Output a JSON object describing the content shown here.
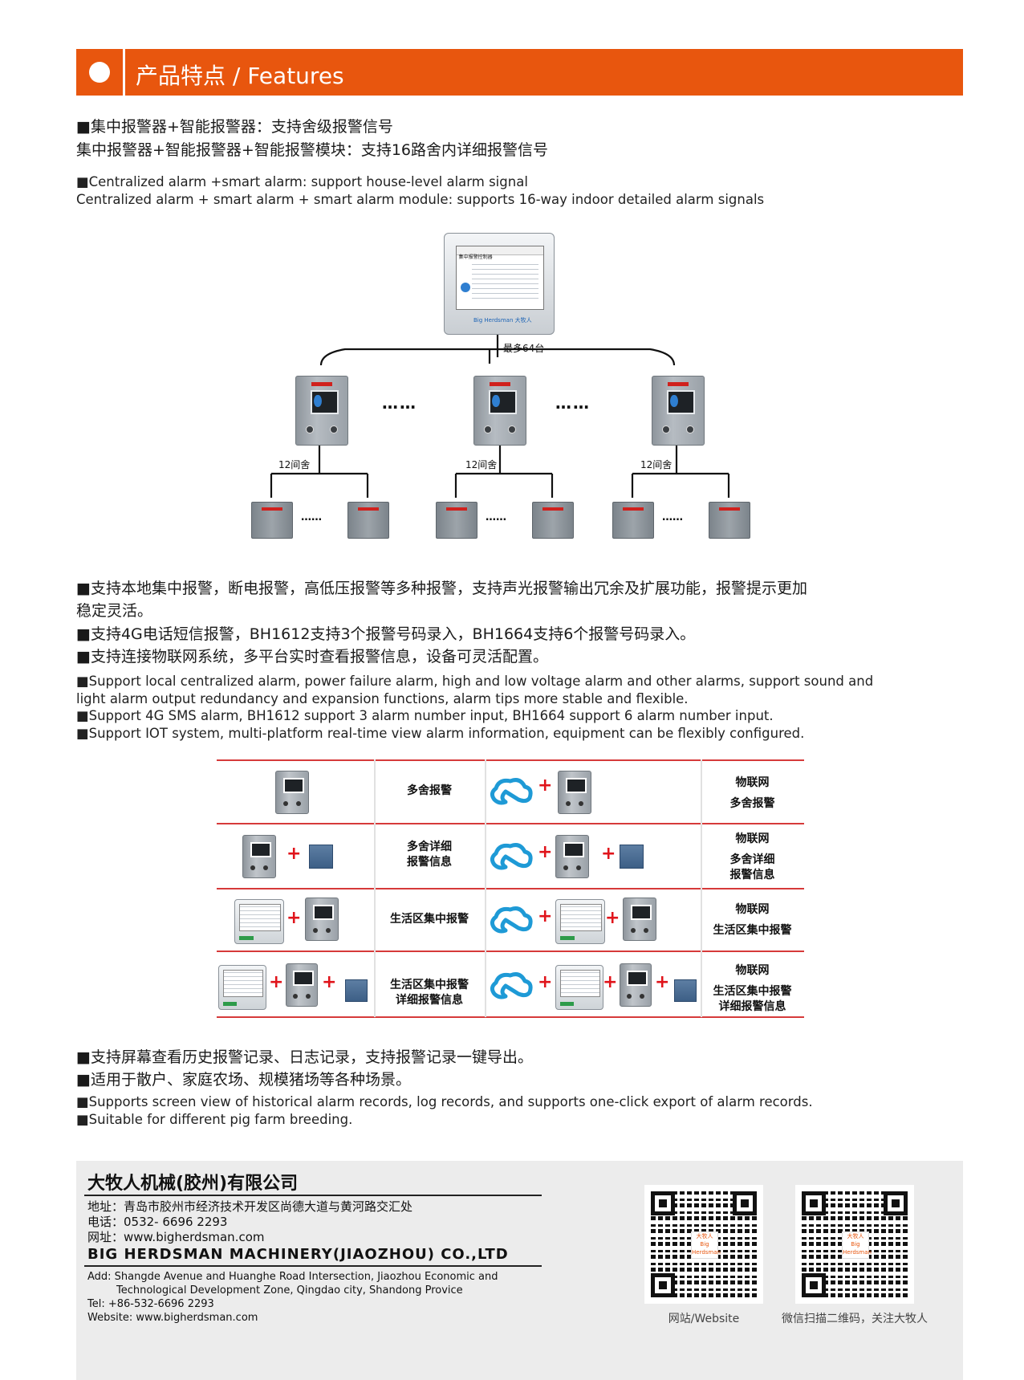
{
  "header": {
    "title": "产品特点 / Features"
  },
  "intro": {
    "zh1": "集中报警器+智能报警器：支持舍级报警信号",
    "zh2": "集中报警器+智能报警器+智能报警模块：支持16路舍内详细报警信号",
    "en1": "Centralized alarm +smart alarm: support house-level alarm signal",
    "en2": "Centralized alarm + smart alarm + smart alarm module: supports 16-way indoor  detailed alarm signals"
  },
  "diagram": {
    "controller_brand": "Big Herdsman 大牧人",
    "controller_title": "集中报警控制器",
    "max_label": "最多64台",
    "house_label": "12间舍",
    "ellipsis_big": "……",
    "ellipsis_small": "……"
  },
  "features1": {
    "zh1a": "支持本地集中报警，断电报警，高低压报警等多种报警，支持声光报警输出冗余及扩展功能，报警提示更加",
    "zh1b": "稳定灵活。",
    "zh2": "支持4G电话短信报警，BH1612支持3个报警号码录入，BH1664支持6个报警号码录入。",
    "zh3": "支持连接物联网系统，多平台实时查看报警信息，设备可灵活配置。",
    "en1a": "Support local centralized alarm, power failure alarm, high and low voltage alarm and other alarms, support sound and",
    "en1b": "light alarm output redundancy and expansion functions, alarm tips more stable and flexible.",
    "en2": "Support 4G SMS alarm, BH1612 support 3 alarm number input, BH1664 support 6 alarm number input.",
    "en3": "Support IOT system, multi-platform real-time view alarm information, equipment can be flexibly configured."
  },
  "table": {
    "rows": [
      {
        "left": "多舍报警",
        "right1": "物联网",
        "right2": "多舍报警",
        "right3": ""
      },
      {
        "left1": "多舍详细",
        "left2": "报警信息",
        "right1": "物联网",
        "right2": "多舍详细",
        "right3": "报警信息"
      },
      {
        "left": "生活区集中报警",
        "right1": "物联网",
        "right2": "生活区集中报警",
        "right3": ""
      },
      {
        "left1": "生活区集中报警",
        "left2": "详细报警信息",
        "right1": "物联网",
        "right2": "生活区集中报警",
        "right3": "详细报警信息"
      }
    ],
    "plus": "+"
  },
  "features2": {
    "zh1": "支持屏幕查看历史报警记录、日志记录，支持报警记录一键导出。",
    "zh2": "适用于散户、家庭农场、规模猪场等各种场景。",
    "en1": "Supports screen view of historical alarm records, log records, and supports one-click export of alarm records.",
    "en2": "Suitable for different pig farm breeding."
  },
  "footer": {
    "company_zh": "大牧人机械(胶州)有限公司",
    "addr_zh": "地址：青岛市胶州市经济技术开发区尚德大道与黄河路交汇处",
    "tel_zh": "电话：0532- 6696 2293",
    "web_zh": "网址：www.bigherdsman.com",
    "company_en": "BIG  HERDSMAN  MACHINERY(JIAOZHOU)  CO.,LTD",
    "addr_en1": "Add: Shangde Avenue and Huanghe Road Intersection, Jiaozhou Economic and",
    "addr_en2": "Technological Development Zone, Qingdao city, Shandong Provice",
    "tel_en": "Tel: +86-532-6696 2293",
    "web_en": "Website: www.bigherdsman.com",
    "qr1_caption": "网站/Website",
    "qr2_caption": "微信扫描二维码，关注大牧人",
    "qr_logo": "大牧人 Big Herdsman"
  }
}
